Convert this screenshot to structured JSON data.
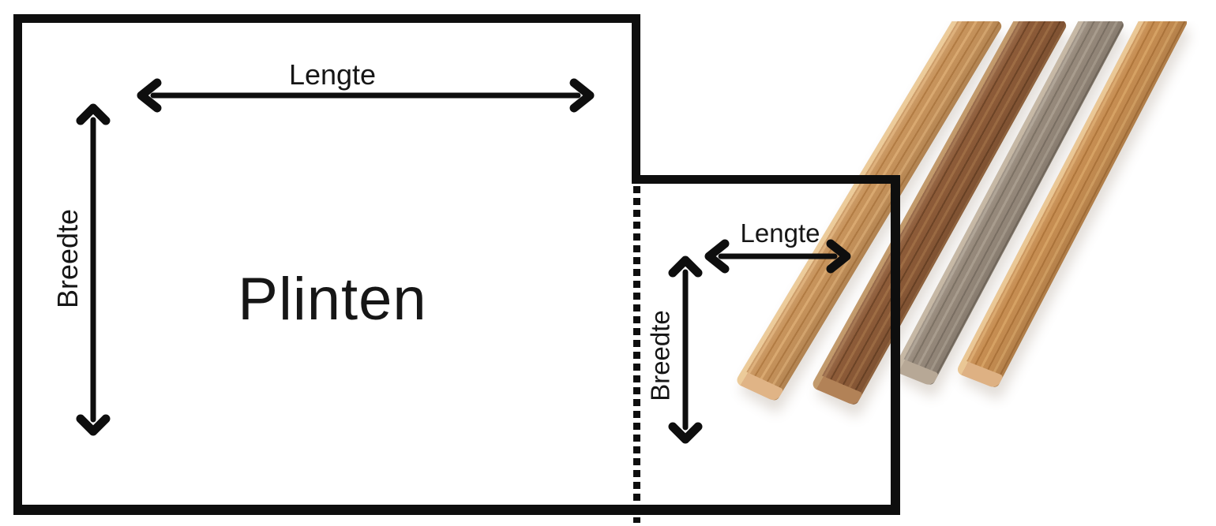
{
  "canvas": {
    "background": "#ffffff",
    "line_color": "#0e0e0e",
    "text_color": "#161616"
  },
  "diagram": {
    "large_room": {
      "room_label": "Plinten",
      "length_label": "Lengte",
      "width_label": "Breedte"
    },
    "small_room": {
      "length_label": "Lengte",
      "width_label": "Breedte"
    }
  },
  "photo": {
    "planks": [
      {
        "name": "light-oak",
        "base": "#c8945c",
        "dark": "#b27c44",
        "light": "#dcab72",
        "end": "#e0b486",
        "edge": "#eccb9a"
      },
      {
        "name": "dark-walnut",
        "base": "#8d5b38",
        "dark": "#6f4527",
        "light": "#a06e45",
        "end": "#b28257",
        "edge": "#c29a6c"
      },
      {
        "name": "grey-washed-wood",
        "base": "#978a7c",
        "dark": "#7d7265",
        "light": "#ab9f90",
        "end": "#b7a896",
        "edge": "#c6b8a5"
      },
      {
        "name": "golden-oak",
        "base": "#c78e52",
        "dark": "#af763c",
        "light": "#d9a465",
        "end": "#deb183",
        "edge": "#eac795"
      }
    ]
  }
}
